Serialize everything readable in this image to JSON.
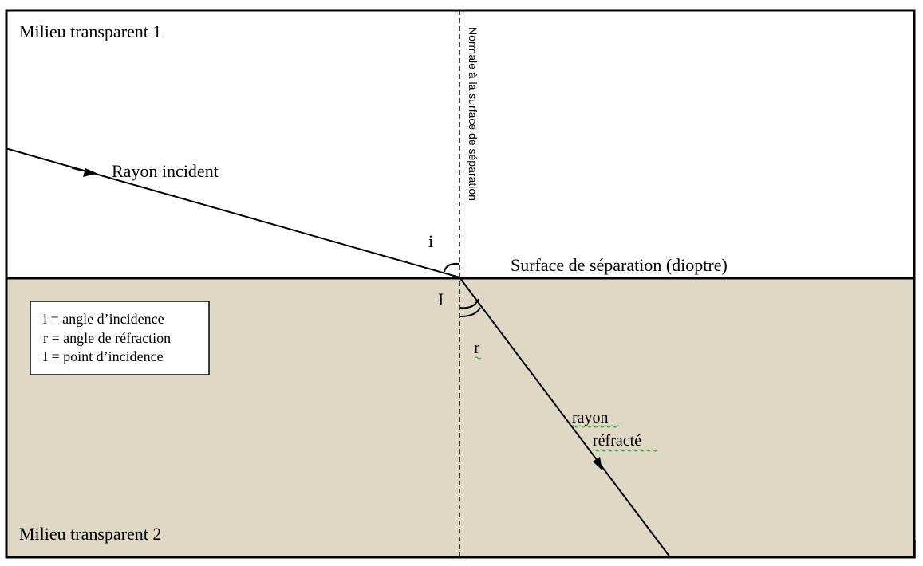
{
  "media": {
    "top_label": "Milieu transparent 1",
    "bottom_label": "Milieu transparent 2"
  },
  "normal_label": "Normale à la surface de séparation",
  "surface_label": "Surface de séparation (dioptre)",
  "rays": {
    "incident_label": "Rayon incident",
    "refracted_label_line1": "rayon",
    "refracted_label_line2": "réfracté"
  },
  "angles": {
    "incidence_symbol": "i",
    "refraction_symbol": "r",
    "point_symbol": "I"
  },
  "legend": {
    "lines": [
      "i = angle d’incidence",
      "r = angle de réfraction",
      "I = point d’incidence"
    ]
  },
  "colors": {
    "medium1": "#ffffff",
    "medium2": "#ded8c5",
    "line": "#000000",
    "spellcheck": "#3a9a3a"
  }
}
